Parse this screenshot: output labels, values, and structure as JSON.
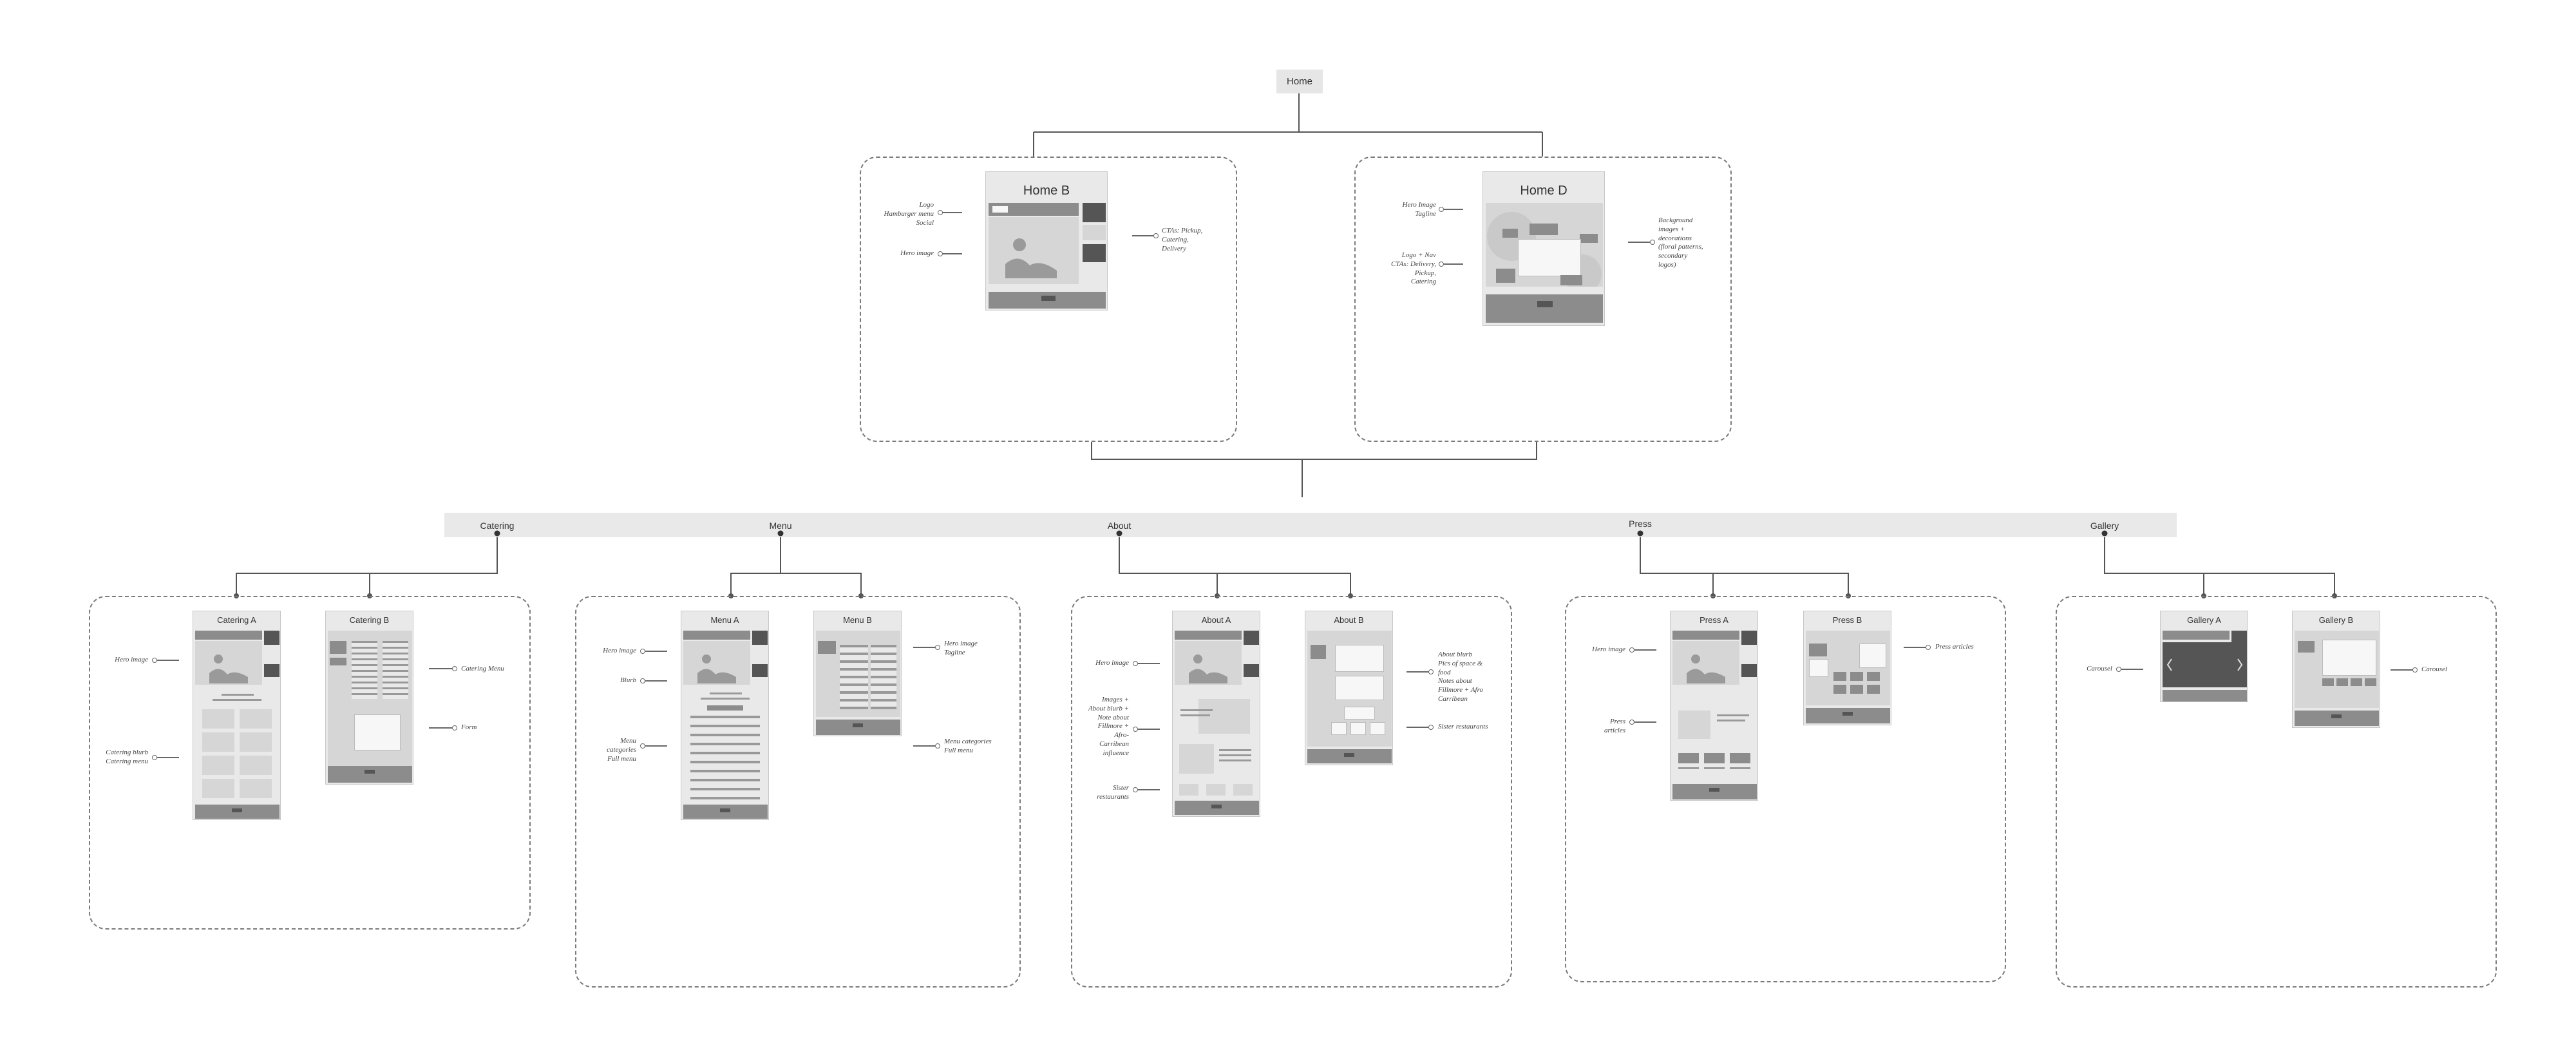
{
  "root": {
    "label": "Home"
  },
  "home_variants": [
    {
      "title": "Home B"
    },
    {
      "title": "Home D"
    }
  ],
  "categories": [
    {
      "label": "Catering"
    },
    {
      "label": "Menu"
    },
    {
      "label": "About"
    },
    {
      "label": "Press"
    },
    {
      "label": "Gallery"
    }
  ],
  "pages": {
    "catering_a": "Catering A",
    "catering_b": "Catering B",
    "menu_a": "Menu A",
    "menu_b": "Menu B",
    "about_a": "About A",
    "about_b": "About B",
    "press_a": "Press A",
    "press_b": "Press B",
    "gallery_a": "Gallery A",
    "gallery_b": "Gallery B"
  },
  "annotations": {
    "home_b_logo": "Logo\nHamburger menu\nSocial",
    "home_b_hero": "Hero image",
    "home_b_ctas": "CTAs: Pickup,\nCatering,\nDelivery",
    "home_d_hero": "Hero Image\nTagline",
    "home_d_logo": "Logo + Nav\nCTAs: Delivery,\nPickup,\nCatering",
    "home_d_bg": "Background\nimages +\ndecorations\n(floral patterns,\nsecondary\nlogos)",
    "catering_a_hero": "Hero image",
    "catering_a_blurb": "Catering blurb\nCatering menu",
    "catering_b_menu": "Catering Menu",
    "catering_b_form": "Form",
    "menu_a_hero": "Hero image",
    "menu_a_blurb": "Blurb",
    "menu_a_cats": "Menu\ncategories\nFull menu",
    "menu_b_hero": "Hero image\nTagline",
    "menu_b_cats": "Menu categories\nFull menu",
    "about_a_hero": "Hero image",
    "about_a_images": "Images +\nAbout blurb +\nNote about\nFillmore +\nAfro-\nCarribean\ninfluence",
    "about_a_sister": "Sister\nrestaurants",
    "about_b_blurb": "About blurb\nPics of space &\nfood\nNotes about\nFillmore + Afro\nCarribean",
    "about_b_sister": "Sister restaurants",
    "press_a_hero": "Hero image",
    "press_a_articles": "Press\narticles",
    "press_b_articles": "Press articles",
    "gallery_a_carousel": "Carousel",
    "gallery_b_carousel": "Carousel"
  },
  "colors": {
    "wire": "#555555",
    "dashed": "#7a7a7a",
    "panel": "#e9e9e9",
    "dark": "#555555"
  }
}
